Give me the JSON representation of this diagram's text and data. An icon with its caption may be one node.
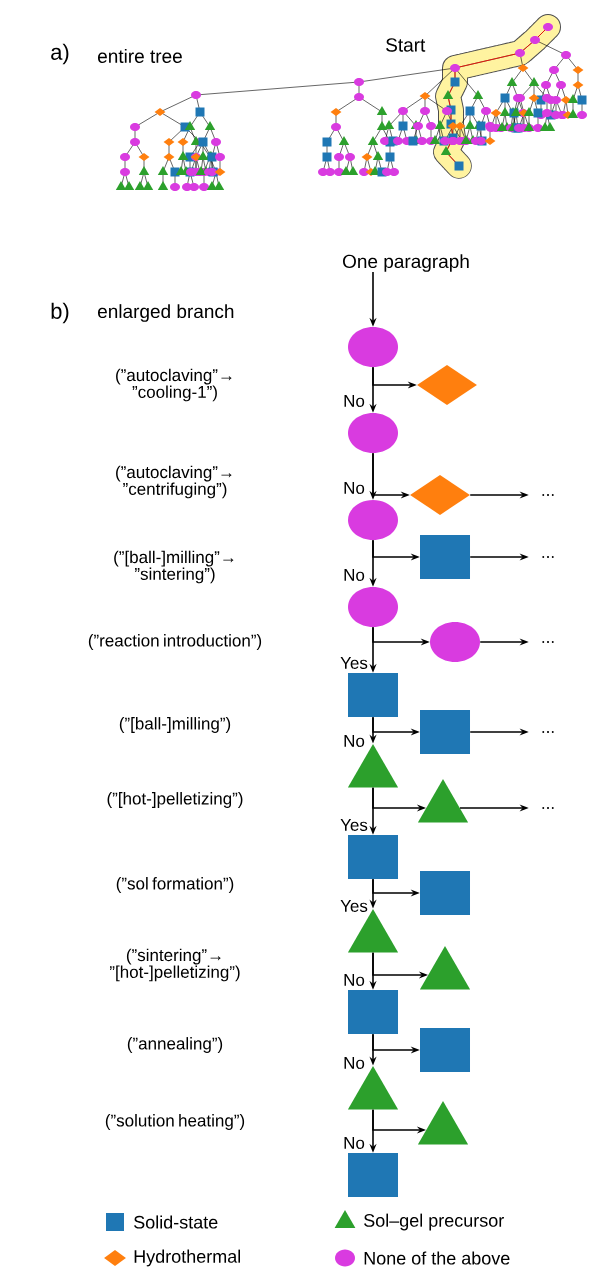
{
  "diagram": {
    "nodes": [
      {
        "text": [
          "One paragraph"
        ]
      },
      {
        "text": [],
        "shape": "circle"
      },
      {
        "text": [],
        "shape": "diamond"
      },
      {
        "text": [],
        "shape": "circle"
      },
      {
        "text": [],
        "shape": "diamond"
      },
      {
        "text": [
          "..."
        ]
      },
      {
        "text": [],
        "shape": "circle"
      },
      {
        "text": [],
        "shape": "box"
      },
      {
        "text": [
          "..."
        ]
      },
      {
        "text": [],
        "shape": "circle"
      },
      {
        "text": [],
        "shape": "circle"
      },
      {
        "text": [
          "..."
        ]
      },
      {
        "text": [],
        "shape": "box"
      },
      {
        "text": [],
        "shape": "box"
      },
      {
        "text": [
          "..."
        ]
      },
      {
        "text": [],
        "shape": "triangle"
      },
      {
        "text": [],
        "shape": "triangle"
      },
      {
        "text": [
          "..."
        ]
      },
      {
        "text": [],
        "shape": "box"
      },
      {
        "text": [],
        "shape": "box"
      },
      {
        "text": [],
        "shape": "triangle"
      },
      {
        "text": [],
        "shape": "triangle"
      },
      {
        "text": [],
        "shape": "box"
      },
      {
        "text": [],
        "shape": "box"
      },
      {
        "text": [],
        "shape": "triangle"
      },
      {
        "text": [],
        "shape": "triangle"
      },
      {
        "text": [],
        "shape": "box"
      }
    ],
    "edges": [
      {
        "from": 0,
        "to": 1,
        "arrow": "to"
      },
      {
        "from": 1,
        "to": 2,
        "arrow": "to"
      },
      {
        "from": 1,
        "to": 3,
        "arrow": "to",
        "label": "No"
      },
      {
        "from": 3,
        "to": 4,
        "arrow": "to"
      },
      {
        "from": 4,
        "to": 5,
        "arrow": "to"
      },
      {
        "from": 3,
        "to": 6,
        "arrow": "to",
        "label": "No"
      },
      {
        "from": 6,
        "to": 7,
        "arrow": "to"
      },
      {
        "from": 7,
        "to": 8,
        "arrow": "to"
      },
      {
        "from": 6,
        "to": 9,
        "arrow": "to",
        "label": "No"
      },
      {
        "from": 9,
        "to": 10,
        "arrow": "to"
      },
      {
        "from": 10,
        "to": 11,
        "arrow": "to"
      },
      {
        "from": 9,
        "to": 12,
        "arrow": "to",
        "label": "Yes"
      },
      {
        "from": 12,
        "to": 13,
        "arrow": "to"
      },
      {
        "from": 13,
        "to": 14,
        "arrow": "to"
      },
      {
        "from": 12,
        "to": 15,
        "arrow": "to",
        "label": "No"
      },
      {
        "from": 15,
        "to": 16,
        "arrow": "to"
      },
      {
        "from": 16,
        "to": 17,
        "arrow": "to"
      },
      {
        "from": 15,
        "to": 18,
        "arrow": "to",
        "label": "Yes"
      },
      {
        "from": 18,
        "to": 19,
        "arrow": "to"
      },
      {
        "from": 18,
        "to": 20,
        "arrow": "to",
        "label": "Yes"
      },
      {
        "from": 20,
        "to": 21,
        "arrow": "to"
      },
      {
        "from": 20,
        "to": 22,
        "arrow": "to",
        "label": "No"
      },
      {
        "from": 22,
        "to": 23,
        "arrow": "to"
      },
      {
        "from": 22,
        "to": 24,
        "arrow": "to",
        "label": "No"
      },
      {
        "from": 24,
        "to": 25,
        "arrow": "to"
      },
      {
        "from": 24,
        "to": 26,
        "arrow": "to",
        "label": "No"
      }
    ],
    "labels": [
      "Start",
      "a)",
      "entire tree",
      "b)",
      "enlarged branch",
      "(”autoclaving”→ ”cooling-1”)",
      "(”autoclaving”→ ”centrifuging”)",
      "(”[ball-]milling”→ ”sintering”)",
      "(”reaction introduction”)",
      "(”[ball-]milling”)",
      "(”[hot-]pelletizing”)",
      "(”sol formation”)",
      "(”sintering”→ ”[hot-]pelletizing”)",
      "(”annealing”)",
      "(”solution heating”)"
    ],
    "legend": [
      {
        "text": "Solid-state",
        "color": "#1f77b4"
      },
      {
        "text": "Sol–gel precursor",
        "color": "#2ca02c"
      },
      {
        "text": "Hydrothermal",
        "color": "#ff7f0e"
      },
      {
        "text": "None of the above",
        "color": "#d93be0"
      }
    ]
  }
}
